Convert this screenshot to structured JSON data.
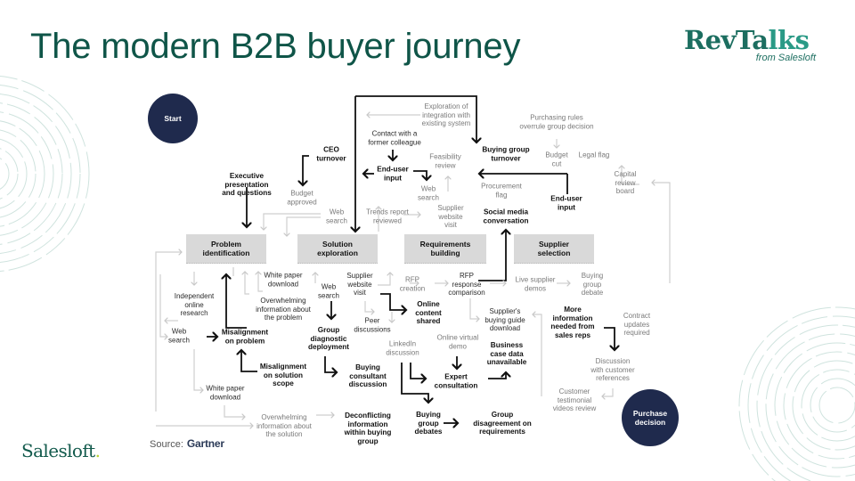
{
  "slide": {
    "title": "The modern B2B buyer journey",
    "brand": {
      "main_a": "RevTa",
      "main_b": "lks",
      "sub": "from Salesloft"
    },
    "footer": {
      "logo_text": "Salesloft",
      "logo_dot": ".",
      "source_label": "Source:",
      "source_name": "Gartner"
    },
    "colors": {
      "title": "#0f5548",
      "circle": "#1f2a4d",
      "stage_fill": "#d9d9d9",
      "deco_rings": "#cfe3de"
    }
  },
  "diagram": {
    "start": "Start",
    "end": "Purchase\ndecision",
    "stages": [
      "Problem\nidentification",
      "Solution\nexploration",
      "Requirements\nbuilding",
      "Supplier\nselection"
    ],
    "nodes": {
      "ceo_turnover": "CEO\nturnover",
      "budget_approved": "Budget\napproved",
      "exec_presentation": "Executive\npresentation\nand questions",
      "web_search_top": "Web\nsearch",
      "exploration_integration": "Exploration of\nintegration with\nexisting system",
      "contact_colleague": "Contact with a\nformer colleague",
      "end_user_input_1": "End-user\ninput",
      "feasibility_review": "Feasibility\nreview",
      "web_search_mid": "Web\nsearch",
      "trends_report": "Trends report\nreviewed",
      "supplier_site_top": "Supplier\nwebsite\nvisit",
      "buying_group_turnover": "Buying group\nturnover",
      "procurement_flag": "Procurement\nflag",
      "social_media": "Social media\nconversation",
      "purchasing_rules": "Purchasing rules\noverrule group decision",
      "budget_cut": "Budget\ncut",
      "legal_flag": "Legal flag",
      "end_user_input_2": "End-user\ninput",
      "capital_review": "Capital\nreview\nboard",
      "independent_research": "Independent\nonline\nresearch",
      "web_search_left": "Web\nsearch",
      "misalignment_problem": "Misalignment\non problem",
      "white_paper_1": "White paper\ndownload",
      "overwhelming_problem": "Overwhelming\ninformation about\nthe problem",
      "misalignment_scope": "Misalignment\non solution\nscope",
      "white_paper_2": "White paper\ndownload",
      "overwhelming_solution": "Overwhelming\ninformation about\nthe solution",
      "web_search_sol": "Web\nsearch",
      "group_diagnostic": "Group\ndiagnostic\ndeployment",
      "supplier_site_mid": "Supplier\nwebsite\nvisit",
      "peer_discussions": "Peer\ndiscussions",
      "buying_consultant": "Buying\nconsultant\ndiscussion",
      "deconflicting": "Deconflicting\ninformation\nwithin buying\ngroup",
      "rfp_creation": "RFP\ncreation",
      "rfp_comparison": "RFP\nresponse\ncomparison",
      "online_content": "Online\ncontent\nshared",
      "linkedin": "LinkedIn\ndiscussion",
      "online_demo": "Online virtual\ndemo",
      "expert_consultation": "Expert\nconsultation",
      "buying_group_debates": "Buying\ngroup\ndebates",
      "group_disagreement": "Group\ndisagreement on\nrequirements",
      "supplier_buying_guide": "Supplier's\nbuying guide\ndownload",
      "business_case": "Business\ncase data\nunavailable",
      "live_demos": "Live supplier\ndemos",
      "buying_group_debate": "Buying\ngroup\ndebate",
      "more_info": "More\ninformation\nneeded from\nsales reps",
      "contract_updates": "Contract\nupdates\nrequired",
      "customer_references": "Discussion\nwith customer\nreferences",
      "testimonial_videos": "Customer\ntestimonial\nvideos review"
    }
  }
}
